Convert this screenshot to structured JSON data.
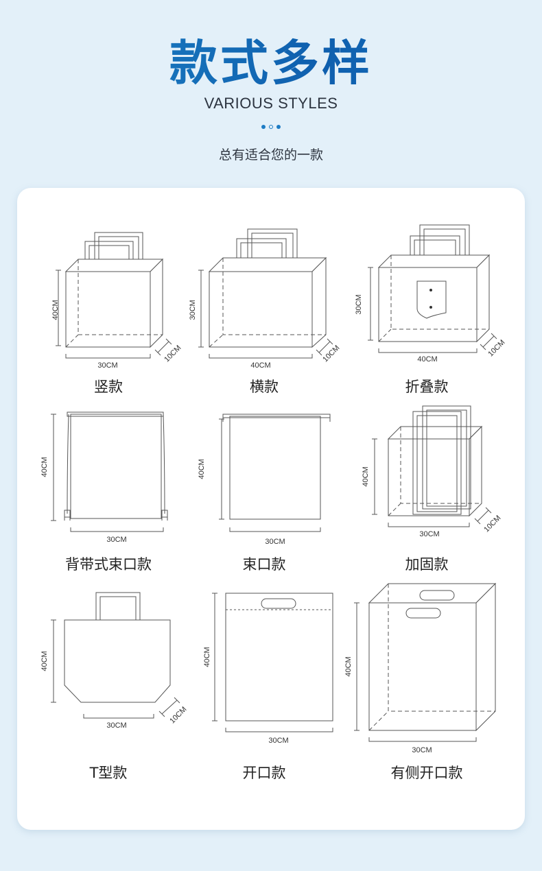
{
  "header": {
    "title": "款式多样",
    "subtitle": "VARIOUS STYLES",
    "tagline": "总有适合您的一款"
  },
  "colors": {
    "accent": "#1566b8",
    "background": "#e3f0f9",
    "card": "#ffffff"
  },
  "styles": [
    {
      "name": "竖款",
      "width_label": "30CM",
      "height_label": "40CM",
      "depth_label": "10CM"
    },
    {
      "name": "横款",
      "width_label": "40CM",
      "height_label": "30CM",
      "depth_label": "10CM"
    },
    {
      "name": "折叠款",
      "width_label": "40CM",
      "height_label": "30CM",
      "depth_label": "10CM"
    },
    {
      "name": "背带式束口款",
      "width_label": "30CM",
      "height_label": "40CM"
    },
    {
      "name": "束口款",
      "width_label": "30CM",
      "height_label": "40CM"
    },
    {
      "name": "加固款",
      "width_label": "30CM",
      "height_label": "40CM",
      "depth_label": "10CM"
    },
    {
      "name": "T型款",
      "width_label": "30CM",
      "height_label": "40CM",
      "depth_label": "10CM"
    },
    {
      "name": "开口款",
      "width_label": "30CM",
      "height_label": "40CM"
    },
    {
      "name": "有侧开口款",
      "width_label": "30CM",
      "height_label": "40CM"
    }
  ]
}
